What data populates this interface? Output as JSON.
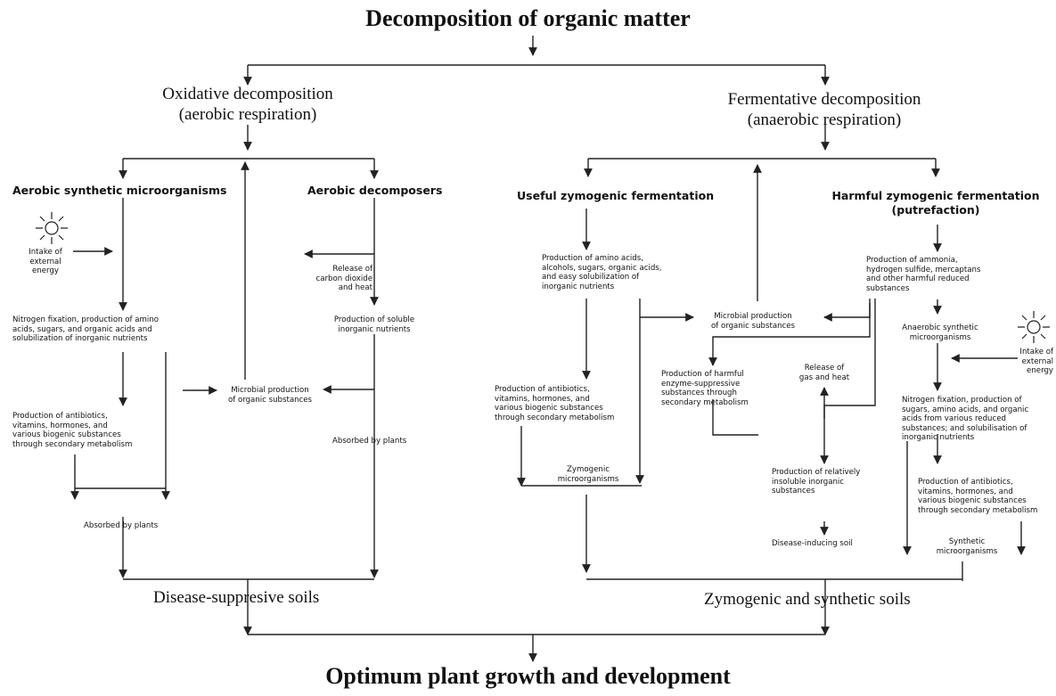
{
  "title": "Decomposition of organic matter",
  "bottom_title": "Optimum plant growth and development",
  "oxidative": {
    "heading": [
      "Oxidative decomposition",
      "(aerobic respiration)"
    ],
    "synthetic_title": "Aerobic synthetic microorganisms",
    "intake": [
      "Intake of",
      "external",
      "energy"
    ],
    "nitrogen": [
      "Nitrogen fixation, production of amino",
      "acids, sugars, and organic acids and",
      "solubilization of inorganic nutrients"
    ],
    "antibiotics": [
      "Production of antibiotics,",
      "vitamins, hormones, and",
      "various biogenic substances",
      "through secondary metabolism"
    ],
    "absorbed_left": "Absorbed by plants",
    "decomposers_title": "Aerobic decomposers",
    "release": [
      "Release of",
      "carbon dioxide",
      "and heat"
    ],
    "soluble": [
      "Production of soluble",
      "inorganic nutrients"
    ],
    "absorbed_right": "Absorbed by plants",
    "microbial": [
      "Microbial production",
      "of organic substances"
    ],
    "soil": "Disease-suppresive soils"
  },
  "fermentative": {
    "heading": [
      "Fermentative decomposition",
      "(anaerobic respiration)"
    ],
    "useful_title": "Useful zymogenic fermentation",
    "useful_production": [
      "Production of amino acids,",
      "alcohols, sugars, organic acids,",
      "and easy solubilization of",
      "inorganic nutrients"
    ],
    "useful_antibiotics": [
      "Production of antibiotics,",
      "vitamins, hormones, and",
      "various biogenic substances",
      "through secondary metabolism"
    ],
    "zymogenic": [
      "Zymogenic",
      "microorganisms"
    ],
    "microbial": [
      "Microbial production",
      "of organic substances"
    ],
    "harmful_enzyme": [
      "Production of harmful",
      "enzyme-suppressive",
      "substances through",
      "secondary metabolism"
    ],
    "release_gas": [
      "Release of",
      "gas and heat"
    ],
    "insoluble": [
      "Production of relatively",
      "insoluble inorganic",
      "substances"
    ],
    "disease_soil": "Disease-inducing soil",
    "harmful_title": [
      "Harmful zymogenic fermentation",
      "(putrefaction)"
    ],
    "harmful_production": [
      "Production of ammonia,",
      "hydrogen sulfide, mercaptans",
      "and other harmful reduced",
      "substances"
    ],
    "anaerobic": [
      "Anaerobic synthetic",
      "microorganisms"
    ],
    "intake": [
      "Intake of",
      "external",
      "energy"
    ],
    "nitrogen": [
      "Nitrogen fixation, production of",
      "sugars, amino acids, and organic",
      "acids from various reduced",
      "substances; and solubilisation of",
      "inorganic nutrients"
    ],
    "antibiotics": [
      "Production of antibiotics,",
      "vitamins, hormones, and",
      "various biogenic substances",
      "through secondary metabolism"
    ],
    "synthetic": [
      "Synthetic",
      "microorganisms"
    ],
    "soil": "Zymogenic and synthetic soils"
  }
}
